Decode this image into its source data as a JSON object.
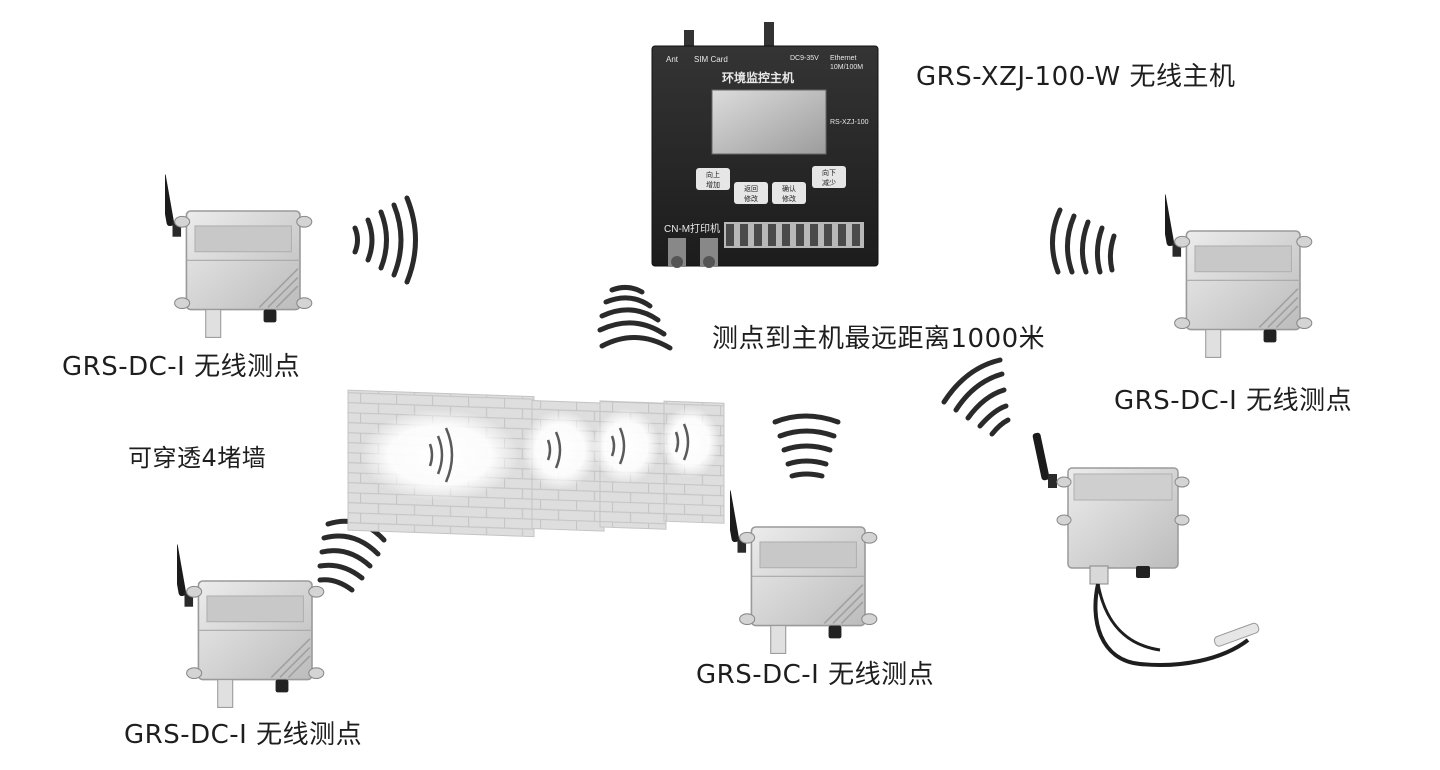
{
  "host": {
    "caption": "GRS-XZJ-100-W 无线主机",
    "panel_title": "环境监控主机",
    "model_tag": "RS-XZJ-100",
    "port_ant": "Ant",
    "port_sim": "SIM Card",
    "port_power": "DC9-35V",
    "port_ethernet": "Ethernet",
    "port_speed": "10M/100M",
    "port_cnm": "CN-M",
    "port_printer": "打印机",
    "buttons": [
      {
        "top": "向上",
        "bottom": "增加"
      },
      {
        "top": "返回",
        "bottom": "修改"
      },
      {
        "top": "确认",
        "bottom": "修改"
      },
      {
        "top": "向下",
        "bottom": "减少"
      }
    ]
  },
  "sensors": {
    "top_left": "GRS-DC-I 无线测点",
    "right": "GRS-DC-I 无线测点",
    "bottom_left": "GRS-DC-I 无线测点",
    "bottom_middle": "GRS-DC-I 无线测点"
  },
  "annotations": {
    "distance": "测点到主机最远距离1000米",
    "walls": "可穿透4堵墙"
  },
  "colors": {
    "device_body": "#d9d9d9",
    "host_body": "#262626",
    "signal": "#2a2a2a",
    "wall": "#dcdcdc"
  }
}
